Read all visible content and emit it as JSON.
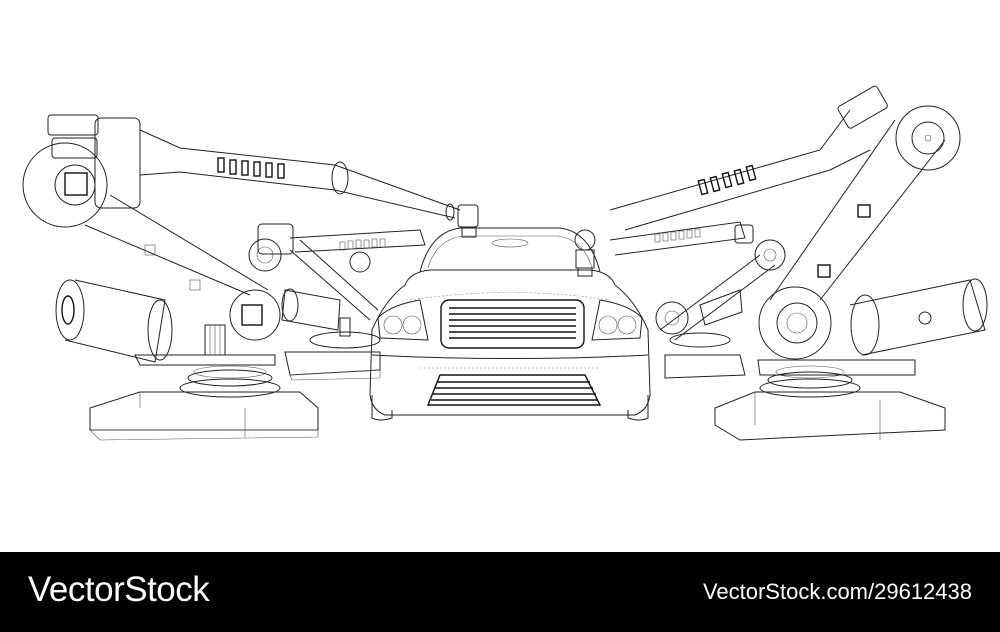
{
  "illustration": {
    "subject": "wireframe line drawing of a car surrounded by industrial robotic arms",
    "elements": [
      "car",
      "robot-arm-left-front",
      "robot-arm-left-back",
      "robot-arm-right-front",
      "robot-arm-right-back"
    ],
    "colors": {
      "background": "#ffffff",
      "line": "#222222"
    }
  },
  "watermark": {
    "brand": "VectorStock",
    "url": "VectorStock.com/29612438",
    "colors": {
      "banner_bg": "#000000",
      "text": "#ffffff"
    }
  }
}
